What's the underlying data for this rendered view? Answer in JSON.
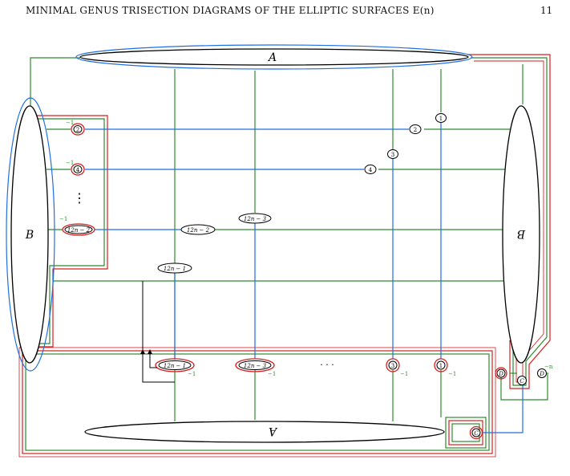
{
  "header": {
    "title": "MINIMAL GENUS TRISECTION DIAGRAMS OF THE ELLIPTIC SURFACES E(n)",
    "page_number": "11"
  },
  "labels": {
    "A_top": "A",
    "A_bottom": "A",
    "B_left": "B",
    "B_right": "B",
    "C": "C",
    "D1": "D",
    "D2": "D",
    "C_small": "C",
    "ellipsis_h": "· · ·",
    "ellipsis_v": "⋮",
    "neg1": "−1",
    "neg_n": "−n"
  },
  "nodes": {
    "n1": "1",
    "n2": "2",
    "n3": "3",
    "n4": "4",
    "n12n2": "12n − 2",
    "n12n3": "12n − 3",
    "n12n1": "12n − 1"
  },
  "colors": {
    "green": "#2e8b2e",
    "blue": "#1f6fe0",
    "red": "#d61f1f",
    "black": "#000000"
  }
}
